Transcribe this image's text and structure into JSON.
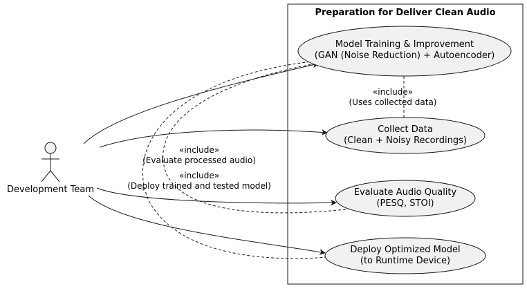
{
  "diagram": {
    "type": "uml-use-case",
    "boundary": {
      "title": "Preparation for Deliver Clean Audio"
    },
    "actor": {
      "name": "Development Team"
    },
    "use_cases": [
      {
        "id": "train",
        "line1": "Model Training & Improvement",
        "line2": "(GAN (Noise Reduction) + Autoencoder)"
      },
      {
        "id": "collect",
        "line1": "Collect Data",
        "line2": "(Clean + Noisy Recordings)"
      },
      {
        "id": "evaluate",
        "line1": "Evaluate Audio Quality",
        "line2": "(PESQ, STOI)"
      },
      {
        "id": "deploy",
        "line1": "Deploy Optimized Model",
        "line2": "(to Runtime Device)"
      }
    ],
    "associations": [
      {
        "from": "actor",
        "to": "train"
      },
      {
        "from": "actor",
        "to": "collect"
      },
      {
        "from": "actor",
        "to": "evaluate"
      },
      {
        "from": "actor",
        "to": "deploy"
      }
    ],
    "includes": [
      {
        "from": "train",
        "to": "collect",
        "stereotype": "«include»",
        "note": "(Uses collected data)"
      },
      {
        "from": "evaluate",
        "to": "train",
        "stereotype": "«include»",
        "note": "(Evaluate processed audio)"
      },
      {
        "from": "deploy",
        "to": "train",
        "stereotype": "«include»",
        "note": "(Deploy trained and tested model)"
      }
    ],
    "colors": {
      "usecase_fill": "#f1f1f1",
      "stroke": "#181818",
      "background": "#ffffff"
    }
  }
}
